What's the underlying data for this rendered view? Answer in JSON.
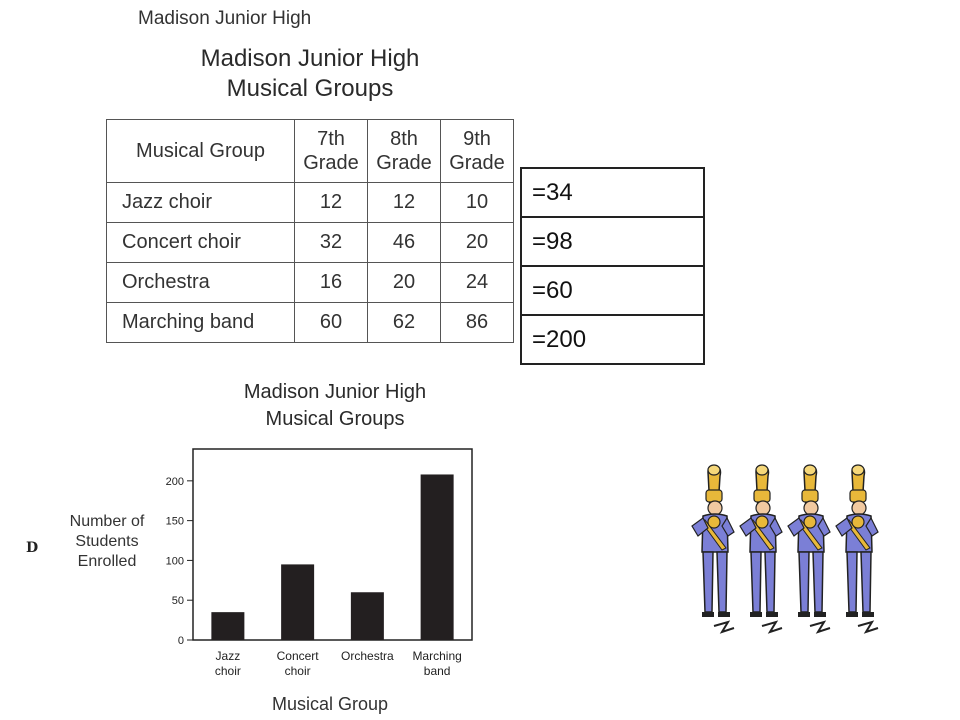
{
  "header": {
    "caption": "Madison Junior High"
  },
  "table": {
    "title_line1": "Madison Junior High",
    "title_line2": "Musical Groups",
    "headers": {
      "group": "Musical Group",
      "c7_l1": "7th",
      "c7_l2": "Grade",
      "c8_l1": "8th",
      "c8_l2": "Grade",
      "c9_l1": "9th",
      "c9_l2": "Grade"
    },
    "rows": [
      {
        "group": "Jazz choir",
        "g7": "12",
        "g8": "12",
        "g9": "10"
      },
      {
        "group": "Concert choir",
        "g7": "32",
        "g8": "46",
        "g9": "20"
      },
      {
        "group": "Orchestra",
        "g7": "16",
        "g8": "20",
        "g9": "24"
      },
      {
        "group": "Marching band",
        "g7": "60",
        "g8": "62",
        "g9": "86"
      }
    ]
  },
  "totals": [
    "=34",
    "=98",
    "=60",
    "=200"
  ],
  "chart_data": {
    "type": "bar",
    "title_line1": "Madison Junior High",
    "title_line2": "Musical Groups",
    "categories": [
      [
        "Jazz",
        "choir"
      ],
      [
        "Concert",
        "choir"
      ],
      [
        "Orchestra"
      ],
      [
        "Marching",
        "band"
      ]
    ],
    "values": [
      35,
      95,
      60,
      208
    ],
    "ylim": [
      0,
      240
    ],
    "yticks": [
      0,
      50,
      100,
      150,
      200
    ],
    "ylabel_lines": [
      "Number of",
      "Students",
      "Enrolled"
    ],
    "xlabel": "Musical Group",
    "option_letter": "D",
    "bar_color": "#231f20"
  },
  "illustration": {
    "name": "marching-band-clipart",
    "count": 4,
    "uniform_color": "#7b7fd6",
    "horn_color": "#e8b83a"
  }
}
